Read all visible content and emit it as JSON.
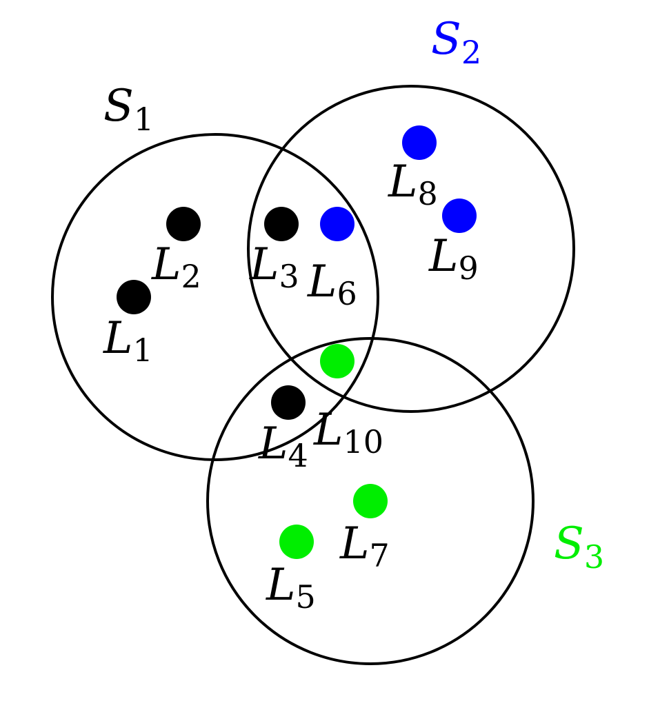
{
  "sets": [
    {
      "id": "S1",
      "letter": "S",
      "subscript": "1",
      "color": "#000000"
    },
    {
      "id": "S2",
      "letter": "S",
      "subscript": "2",
      "color": "#0000ff"
    },
    {
      "id": "S3",
      "letter": "S",
      "subscript": "3",
      "color": "#00ee00"
    }
  ],
  "points": [
    {
      "id": "L1",
      "letter": "L",
      "subscript": "1",
      "color": "#000000"
    },
    {
      "id": "L2",
      "letter": "L",
      "subscript": "2",
      "color": "#000000"
    },
    {
      "id": "L3",
      "letter": "L",
      "subscript": "3",
      "color": "#000000"
    },
    {
      "id": "L4",
      "letter": "L",
      "subscript": "4",
      "color": "#000000"
    },
    {
      "id": "L5",
      "letter": "L",
      "subscript": "5",
      "color": "#00ee00"
    },
    {
      "id": "L6",
      "letter": "L",
      "subscript": "6",
      "color": "#0000ff"
    },
    {
      "id": "L7",
      "letter": "L",
      "subscript": "7",
      "color": "#00ee00"
    },
    {
      "id": "L8",
      "letter": "L",
      "subscript": "8",
      "color": "#0000ff"
    },
    {
      "id": "L9",
      "letter": "L",
      "subscript": "9",
      "color": "#0000ff"
    },
    {
      "id": "L10",
      "letter": "L",
      "subscript": "10",
      "color": "#00ee00"
    }
  ]
}
